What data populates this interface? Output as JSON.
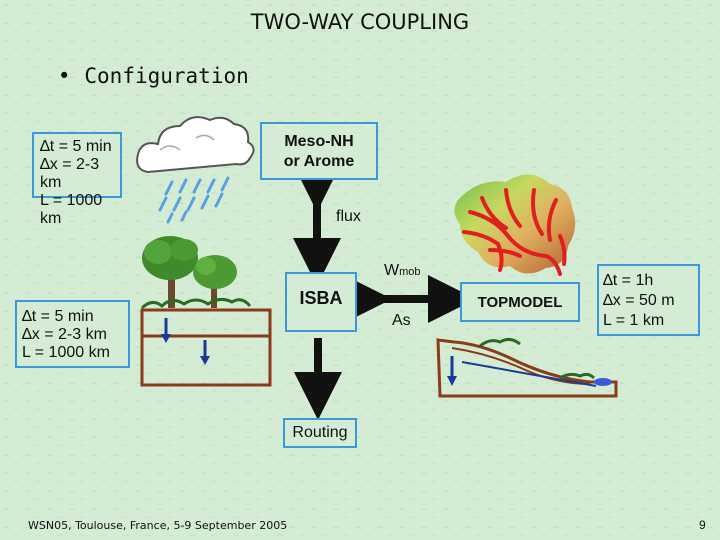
{
  "slide": {
    "title": "TWO-WAY COUPLING",
    "bullet": "•",
    "subtitle": "Configuration",
    "footer": "WSN05, Toulouse, France, 5-9 September 2005",
    "page_number": "9"
  },
  "atmosphere_scales": {
    "dt": "∆t = 5 min",
    "dx": "∆x = 2-3 km",
    "L": "L = 1000 km"
  },
  "surface_scales": {
    "dt": "∆t = 5 min",
    "dx": "∆x = 2-3 km",
    "L": "L = 1000 km"
  },
  "hydro_scales": {
    "dt": "∆t = 1h",
    "dx": "∆x = 50 m",
    "L": "L = 1 km"
  },
  "atmos_model": {
    "line1": "Meso-NH",
    "line2": "or Arome"
  },
  "isba": "ISBA",
  "topmodel": "TOPMODEL",
  "routing": "Routing",
  "labels": {
    "flux": "flux",
    "wmob_main": "W",
    "wmob_sub": "mob",
    "as": "As"
  },
  "colors": {
    "background": "#d4ecd4",
    "box_border": "#3a9ad9",
    "soil": "#8b3a1a",
    "arrow": "#111111",
    "river": "#e02020",
    "rain": "#5aa0e0",
    "vertical_flux_arrow": "#1a3a9a"
  }
}
